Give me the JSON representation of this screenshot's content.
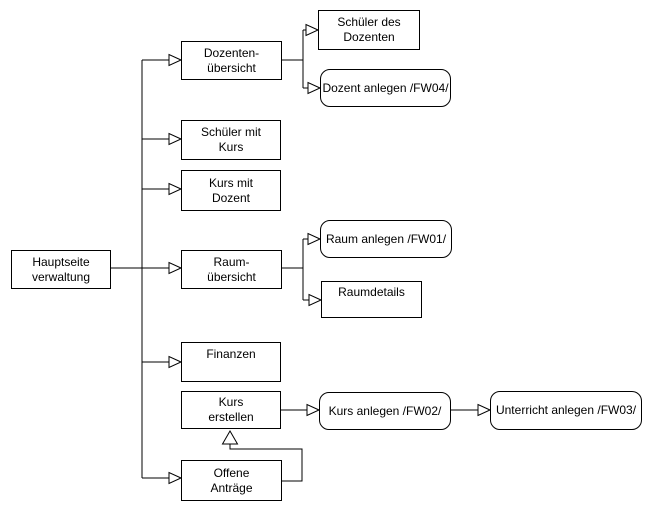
{
  "diagram": {
    "type": "sitemap-flowchart",
    "nodes": {
      "hauptseite": {
        "label": "Hauptseite\nverwaltung",
        "shape": "rect"
      },
      "dozenten_uebersicht": {
        "label": "Dozenten-\nübersicht",
        "shape": "rect"
      },
      "schueler_des_dozenten": {
        "label": "Schüler des\nDozenten",
        "shape": "rect"
      },
      "dozent_anlegen": {
        "label": "Dozent anlegen /FW04/",
        "shape": "rounded"
      },
      "schueler_mit_kurs": {
        "label": "Schüler mit\nKurs",
        "shape": "rect"
      },
      "kurs_mit_dozent": {
        "label": "Kurs mit\nDozent",
        "shape": "rect"
      },
      "raum_uebersicht": {
        "label": "Raum-\nübersicht",
        "shape": "rect"
      },
      "raum_anlegen": {
        "label": "Raum anlegen /FW01/",
        "shape": "rounded"
      },
      "raumdetails": {
        "label": "Raumdetails",
        "shape": "rect"
      },
      "finanzen": {
        "label": "Finanzen",
        "shape": "rect"
      },
      "kurs_erstellen": {
        "label": "Kurs\nerstellen",
        "shape": "rect"
      },
      "kurs_anlegen": {
        "label": "Kurs anlegen /FW02/",
        "shape": "rounded"
      },
      "unterricht_anlegen": {
        "label": "Unterricht anlegen /FW03/",
        "shape": "rounded"
      },
      "offene_antraege": {
        "label": "Offene\nAnträge",
        "shape": "rect"
      }
    },
    "edges": [
      {
        "from": "hauptseite",
        "to": "dozenten_uebersicht"
      },
      {
        "from": "hauptseite",
        "to": "schueler_mit_kurs"
      },
      {
        "from": "hauptseite",
        "to": "kurs_mit_dozent"
      },
      {
        "from": "hauptseite",
        "to": "raum_uebersicht"
      },
      {
        "from": "hauptseite",
        "to": "finanzen"
      },
      {
        "from": "hauptseite",
        "to": "offene_antraege"
      },
      {
        "from": "dozenten_uebersicht",
        "to": "schueler_des_dozenten"
      },
      {
        "from": "dozenten_uebersicht",
        "to": "dozent_anlegen"
      },
      {
        "from": "raum_uebersicht",
        "to": "raum_anlegen"
      },
      {
        "from": "raum_uebersicht",
        "to": "raumdetails"
      },
      {
        "from": "kurs_erstellen",
        "to": "kurs_anlegen"
      },
      {
        "from": "kurs_anlegen",
        "to": "unterricht_anlegen"
      },
      {
        "from": "offene_antraege",
        "to": "kurs_erstellen"
      }
    ],
    "colors": {
      "background": "#ffffff",
      "node_fill": "#ffffff",
      "node_border": "#000000",
      "line": "#000000",
      "text": "#000000"
    }
  }
}
